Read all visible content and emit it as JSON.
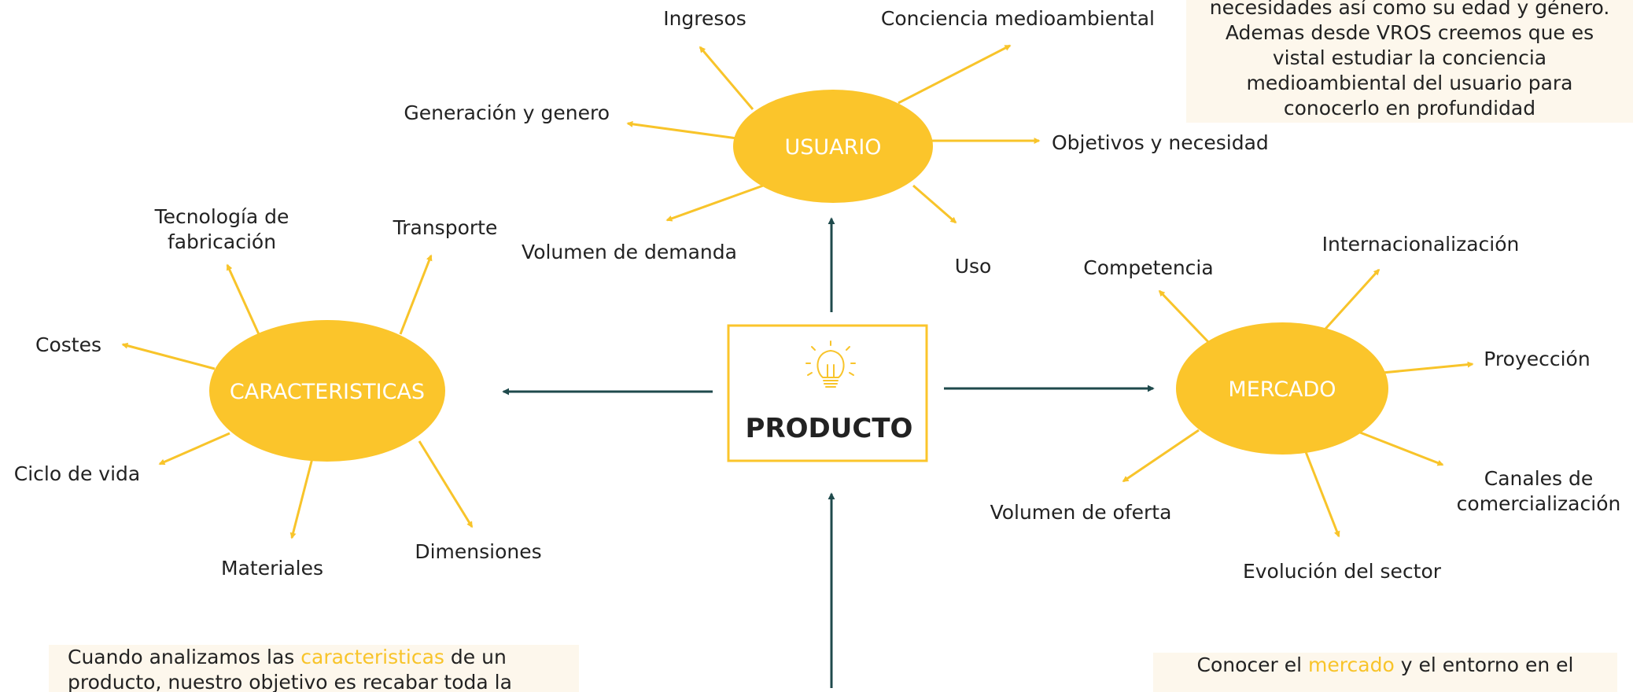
{
  "colors": {
    "node": "#fbc52b",
    "arrow_yellow": "#f8c42a",
    "arrow_teal": "#1f4a4c",
    "box_border": "#fbc52b"
  },
  "center": {
    "title": "PRODUCTO",
    "icon": "lightbulb-icon"
  },
  "usuario": {
    "label": "USUARIO",
    "items": {
      "ingresos": "Ingresos",
      "conciencia": "Conciencia medioambiental",
      "generacion": "Generación y genero",
      "objetivos": "Objetivos y necesidad",
      "volumen": "Volumen de demanda",
      "uso": "Uso"
    }
  },
  "caracteristicas": {
    "label": "CARACTERISTICAS",
    "items": {
      "tecnologia_1": "Tecnología de",
      "tecnologia_2": "fabricación",
      "transporte": "Transporte",
      "costes": "Costes",
      "ciclo": "Ciclo de vida",
      "materiales": "Materiales",
      "dimensiones": "Dimensiones"
    }
  },
  "mercado": {
    "label": "MERCADO",
    "items": {
      "competencia": "Competencia",
      "internacionalizacion": "Internacionalización",
      "proyeccion": "Proyección",
      "canales_1": "Canales de",
      "canales_2": "comercialización",
      "volumen_oferta": "Volumen de oferta",
      "evolucion": "Evolución del sector"
    }
  },
  "notes": {
    "top": {
      "line1": "necesidades así como su edad y género.",
      "line2": "Ademas desde VROS creemos que es",
      "line3": "vistal estudiar la conciencia",
      "line4": "medioambiental del usuario para",
      "line5": "conocerlo en profundidad"
    },
    "left": {
      "prefix": "Cuando analizamos las ",
      "highlight": "caracteristicas",
      "suffix": " de un",
      "line2": "producto, nuestro objetivo es recabar toda la"
    },
    "right": {
      "prefix": "Conocer el ",
      "highlight": "mercado",
      "suffix": " y el entorno en el"
    }
  }
}
